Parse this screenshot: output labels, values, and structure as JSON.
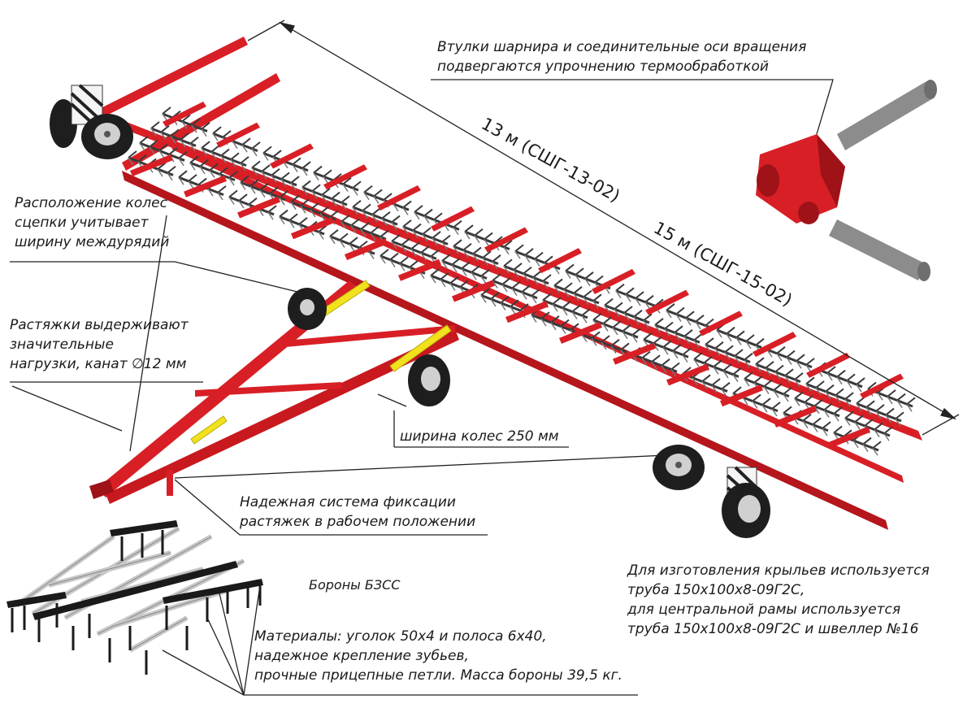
{
  "colors": {
    "frame": "#d81f26",
    "frame_dark": "#9e1218",
    "harrow": "#3a3a3a",
    "tire": "#1e1e1e",
    "hub": "#d0d0d0",
    "cylinder": "#f2e21c",
    "pin": "#8c8c8c",
    "line": "#222222"
  },
  "labels": {
    "hinge": [
      "Втулки шарнира и соединительные оси вращения",
      "подвергаются упрочнению термообработкой"
    ],
    "wheels": [
      "Расположение колес",
      "сцепки учитывает",
      "ширину междурядий"
    ],
    "ropes": [
      "Растяжки выдерживают",
      "значительные",
      "нагрузки, канат ∅12 мм"
    ],
    "wheel_width": "ширина колес 250 мм",
    "fixation": [
      "Надежная система фиксации",
      "растяжек в рабочем положении"
    ],
    "harrow_name": "Бороны БЗСС",
    "materials": [
      "Материалы: уголок 50х4 и полоса 6х40,",
      "надежное крепление зубьев,",
      "прочные прицепные петли. Масса бороны 39,5 кг."
    ],
    "pipes": [
      "Для изготовления крыльев используется",
      "труба 150х100х8-09Г2С,",
      "для центральной рамы используется",
      "труба 150х100х8-09Г2С и швеллер №16"
    ]
  },
  "dimensions": {
    "width_13": "13 м (СШГ-13-02)",
    "width_15": "15 м (СШГ-15-02)"
  }
}
